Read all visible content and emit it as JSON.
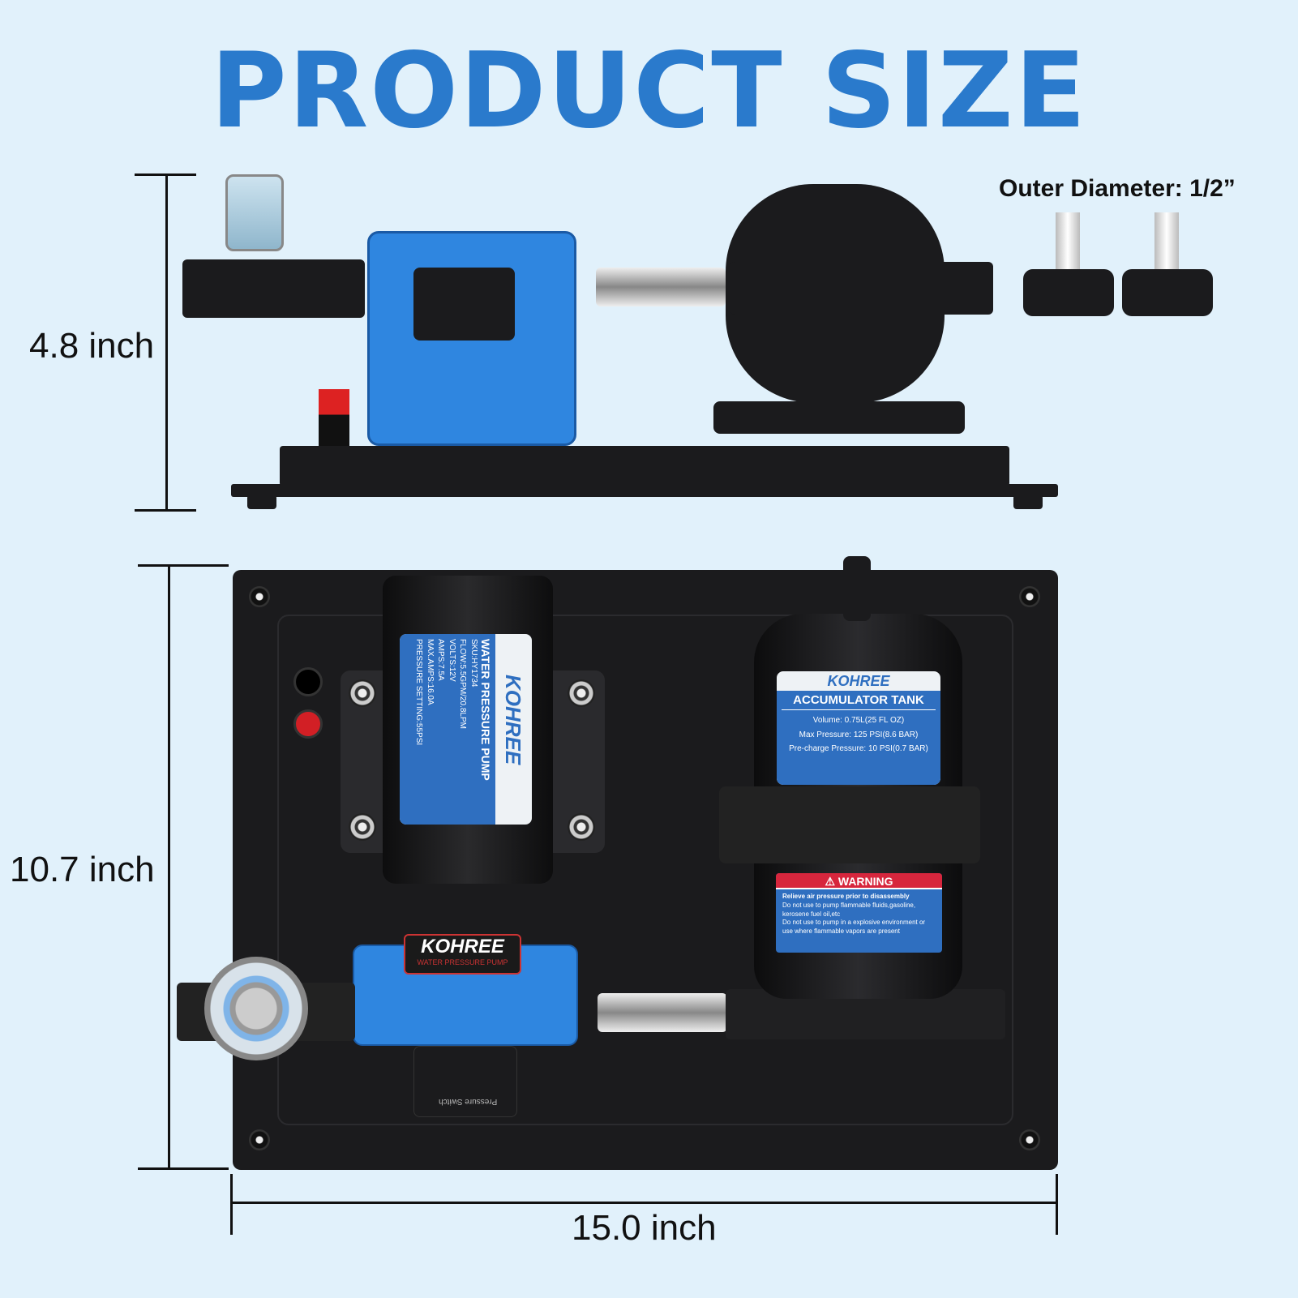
{
  "title": "PRODUCT SIZE",
  "dimensions": {
    "height_top": "4.8 inch",
    "height_front": "10.7 inch",
    "width": "15.0 inch",
    "outer_diameter": "Outer Diameter: 1/2”"
  },
  "pump_label": {
    "brand": "KOHREE",
    "name": "WATER PRESSURE PUMP",
    "specs": [
      "SKU:HY1734",
      "FLOW:5.5GPM/20.8LPM",
      "VOLTS:12V",
      "AMPS:7.5A",
      "MAX.AMPS:16.0A",
      "PRESSURE SETTING:55PSI"
    ]
  },
  "pump_badge": {
    "brand": "KOHREE",
    "sub": "WATER PRESSURE PUMP"
  },
  "pressure_switch": "Pressure Switch",
  "tank_label": {
    "brand": "KOHREE",
    "name": "ACCUMULATOR TANK",
    "lines": [
      "Volume: 0.75L(25 FL OZ)",
      "Max Pressure: 125 PSI(8.6 BAR)",
      "Pre-charge Pressure: 10 PSI(0.7 BAR)"
    ]
  },
  "warning": {
    "title": "⚠ WARNING",
    "lines": [
      "Relieve air pressure prior to disassembly",
      "Do not use to pump flammable fluids,gasoline, kerosene fuel oil,etc",
      "Do not use to pump in a explosive environment or use where flammable vapors are present"
    ]
  },
  "colors": {
    "background": "#e1f1fb",
    "title": "#2a7acc",
    "pump_blue": "#2f86e0",
    "board": "#1b1b1d"
  }
}
